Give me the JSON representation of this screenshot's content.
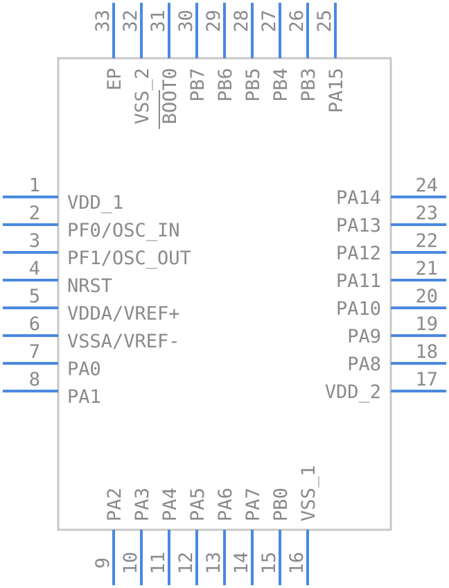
{
  "colors": {
    "body_stroke": "#c8c8c8",
    "pin": "#4a88e0",
    "text": "#8a8a8a",
    "background": "#ffffff"
  },
  "left_pins": [
    {
      "num": "1",
      "label": "VDD_1"
    },
    {
      "num": "2",
      "label": "PF0/OSC_IN"
    },
    {
      "num": "3",
      "label": "PF1/OSC_OUT"
    },
    {
      "num": "4",
      "label": "NRST"
    },
    {
      "num": "5",
      "label": "VDDA/VREF+"
    },
    {
      "num": "6",
      "label": "VSSA/VREF-"
    },
    {
      "num": "7",
      "label": "PA0"
    },
    {
      "num": "8",
      "label": "PA1"
    }
  ],
  "bottom_pins": [
    {
      "num": "9",
      "label": "PA2"
    },
    {
      "num": "10",
      "label": "PA3"
    },
    {
      "num": "11",
      "label": "PA4"
    },
    {
      "num": "12",
      "label": "PA5"
    },
    {
      "num": "13",
      "label": "PA6"
    },
    {
      "num": "14",
      "label": "PA7"
    },
    {
      "num": "15",
      "label": "PB0"
    },
    {
      "num": "16",
      "label": "VSS_1"
    }
  ],
  "right_pins": [
    {
      "num": "24",
      "label": "PA14"
    },
    {
      "num": "23",
      "label": "PA13"
    },
    {
      "num": "22",
      "label": "PA12"
    },
    {
      "num": "21",
      "label": "PA11"
    },
    {
      "num": "20",
      "label": "PA10"
    },
    {
      "num": "19",
      "label": "PA9"
    },
    {
      "num": "18",
      "label": "PA8"
    },
    {
      "num": "17",
      "label": "VDD_2"
    }
  ],
  "top_pins": [
    {
      "num": "33",
      "label": "EP"
    },
    {
      "num": "32",
      "label": "VSS_2"
    },
    {
      "num": "31",
      "label": "BOOT0"
    },
    {
      "num": "30",
      "label": "PB7"
    },
    {
      "num": "29",
      "label": "PB6"
    },
    {
      "num": "28",
      "label": "PB5"
    },
    {
      "num": "27",
      "label": "PB4"
    },
    {
      "num": "26",
      "label": "PB3"
    },
    {
      "num": "25",
      "label": "PA15"
    }
  ]
}
